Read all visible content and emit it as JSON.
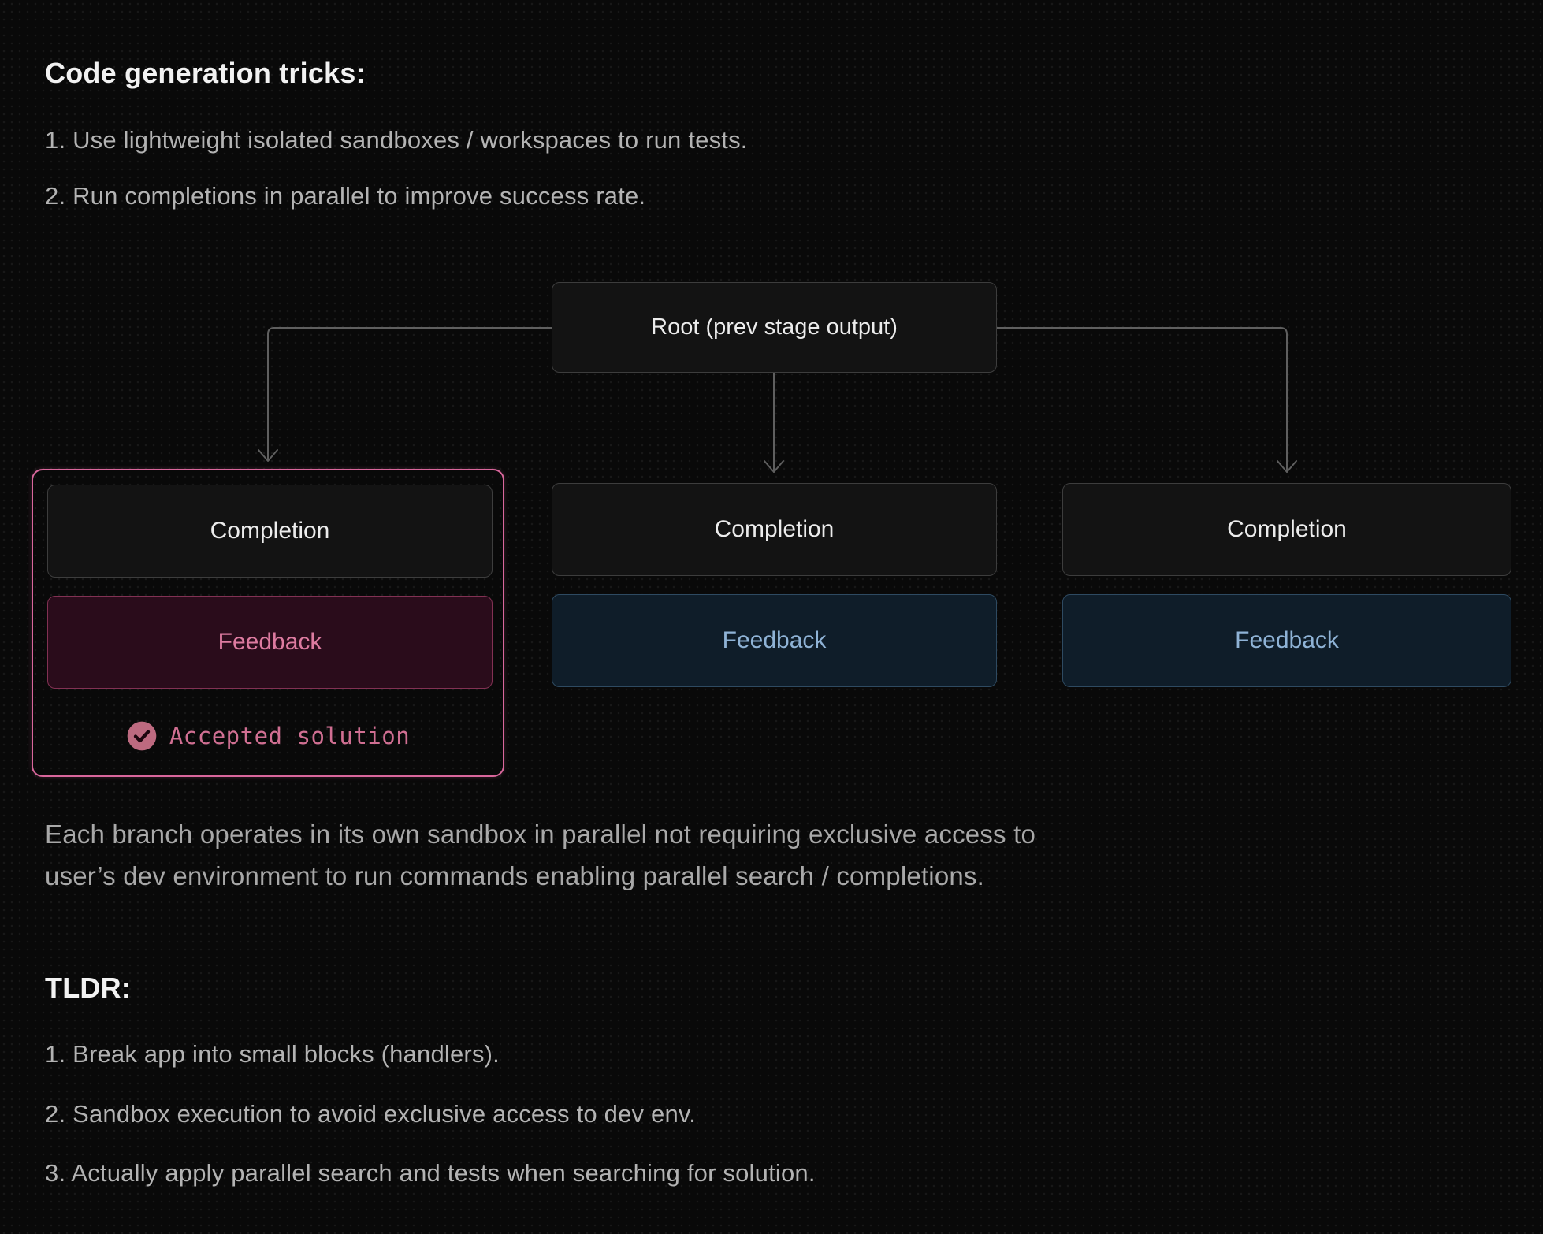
{
  "title": "Code generation tricks:",
  "tricks": [
    "1. Use lightweight isolated sandboxes / workspaces to run tests.",
    "2. Run completions in parallel to improve success rate."
  ],
  "diagram": {
    "root": "Root (prev stage output)",
    "branches": [
      {
        "completion": "Completion",
        "feedback": "Feedback",
        "accepted": "Accepted solution"
      },
      {
        "completion": "Completion",
        "feedback": "Feedback"
      },
      {
        "completion": "Completion",
        "feedback": "Feedback"
      }
    ],
    "accepted_icon": "check-circle-icon"
  },
  "paragraph": {
    "line1": "Each branch operates in its own sandbox in parallel not requiring exclusive access to",
    "line2": "user’s dev environment to run commands enabling parallel search / completions."
  },
  "tldr": {
    "title": "TLDR:",
    "items": [
      "1. Break app into small blocks (handlers).",
      "2. Sandbox execution to avoid exclusive access to dev env.",
      "3. Actually apply parallel search and tests when searching for solution."
    ]
  },
  "colors": {
    "background": "#090909",
    "node_background": "#131313",
    "node_border": "#3d3d3d",
    "accent_pink": "#d9679c",
    "pink_feedback_bg": "#2a0c1b",
    "pink_feedback_border": "#823153",
    "pink_feedback_text": "#dd7ba0",
    "blue_feedback_bg": "#0f1d29",
    "blue_feedback_border": "#2e4a61",
    "blue_feedback_text": "#8fb3d6",
    "accepted_text": "#d06f92",
    "connector": "#5f5f5f",
    "heading_text": "#f2f2f2",
    "body_text": "#b3b3b3"
  }
}
